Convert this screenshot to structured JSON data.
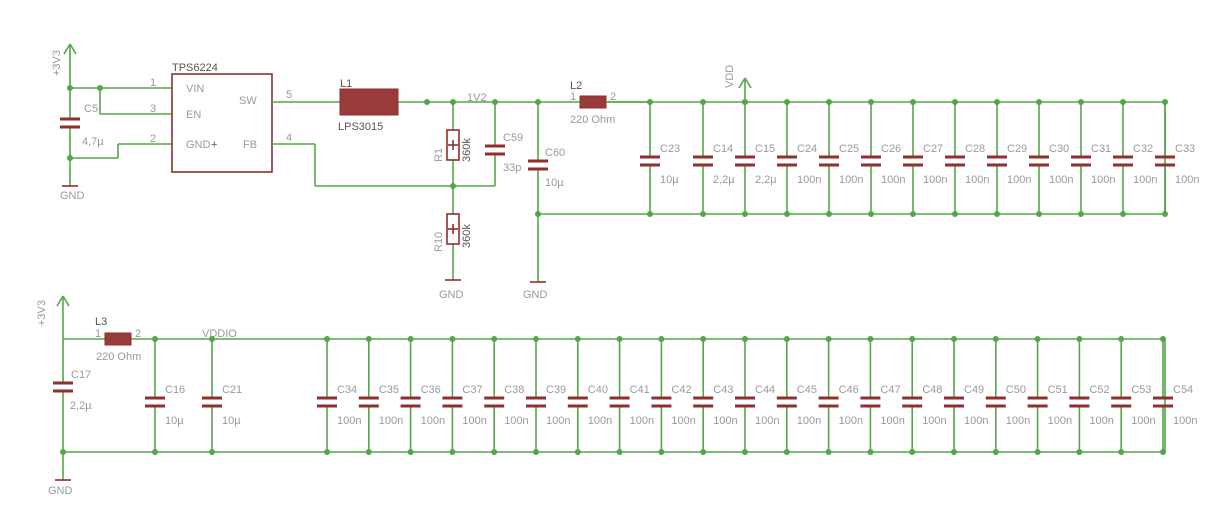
{
  "colors": {
    "wire": "#55a64a",
    "symbol": "#8f2f2f",
    "label": "#9a9a9a",
    "label_dark": "#555555"
  },
  "top": {
    "supply": "+3V3",
    "c_in": {
      "name": "C5",
      "value": "4,7µ"
    },
    "gnd": "GND",
    "ic": {
      "name": "TPS6224",
      "pins_left": [
        {
          "num": "1",
          "name": "VIN"
        },
        {
          "num": "3",
          "name": "EN"
        },
        {
          "num": "2",
          "name": "GND"
        }
      ],
      "pins_right": [
        {
          "num": "5",
          "name": "SW"
        },
        {
          "num": "4",
          "name": "FB"
        }
      ]
    },
    "inductor": {
      "name": "L1",
      "value": "LPS3015"
    },
    "net_label": "1V2",
    "r_top": {
      "name": "R1",
      "value": "360k"
    },
    "r_bottom": {
      "name": "R10",
      "value": "360k"
    },
    "c_ff": {
      "name": "C59",
      "value": "33p"
    },
    "c_out": {
      "name": "C60",
      "value": "10µ"
    },
    "gnd_fb": "GND",
    "gnd_out": "GND",
    "ferrite": {
      "name": "L2",
      "pin1": "1",
      "pin2": "2",
      "value": "220 Ohm"
    },
    "vdd_label": "VDD",
    "caps": [
      {
        "name": "C23",
        "value": "10µ"
      },
      {
        "name": "C14",
        "value": "2,2µ"
      },
      {
        "name": "C15",
        "value": "2,2µ"
      },
      {
        "name": "C24",
        "value": "100n"
      },
      {
        "name": "C25",
        "value": "100n"
      },
      {
        "name": "C26",
        "value": "100n"
      },
      {
        "name": "C27",
        "value": "100n"
      },
      {
        "name": "C28",
        "value": "100n"
      },
      {
        "name": "C29",
        "value": "100n"
      },
      {
        "name": "C30",
        "value": "100n"
      },
      {
        "name": "C31",
        "value": "100n"
      },
      {
        "name": "C32",
        "value": "100n"
      },
      {
        "name": "C33",
        "value": "100n"
      }
    ]
  },
  "bottom": {
    "supply": "+3V3",
    "ferrite": {
      "name": "L3",
      "pin1": "1",
      "pin2": "2",
      "value": "220 Ohm"
    },
    "net_label": "VDDIO",
    "gnd": "GND",
    "c_in": {
      "name": "C17",
      "value": "2,2µ"
    },
    "caps": [
      {
        "name": "C16",
        "value": "10µ"
      },
      {
        "name": "C21",
        "value": "10µ"
      },
      {
        "name": "C34",
        "value": "100n"
      },
      {
        "name": "C35",
        "value": "100n"
      },
      {
        "name": "C36",
        "value": "100n"
      },
      {
        "name": "C37",
        "value": "100n"
      },
      {
        "name": "C38",
        "value": "100n"
      },
      {
        "name": "C39",
        "value": "100n"
      },
      {
        "name": "C40",
        "value": "100n"
      },
      {
        "name": "C41",
        "value": "100n"
      },
      {
        "name": "C42",
        "value": "100n"
      },
      {
        "name": "C43",
        "value": "100n"
      },
      {
        "name": "C44",
        "value": "100n"
      },
      {
        "name": "C45",
        "value": "100n"
      },
      {
        "name": "C46",
        "value": "100n"
      },
      {
        "name": "C47",
        "value": "100n"
      },
      {
        "name": "C48",
        "value": "100n"
      },
      {
        "name": "C49",
        "value": "100n"
      },
      {
        "name": "C50",
        "value": "100n"
      },
      {
        "name": "C51",
        "value": "100n"
      },
      {
        "name": "C52",
        "value": "100n"
      },
      {
        "name": "C53",
        "value": "100n"
      },
      {
        "name": "C54",
        "value": "100n"
      }
    ]
  }
}
